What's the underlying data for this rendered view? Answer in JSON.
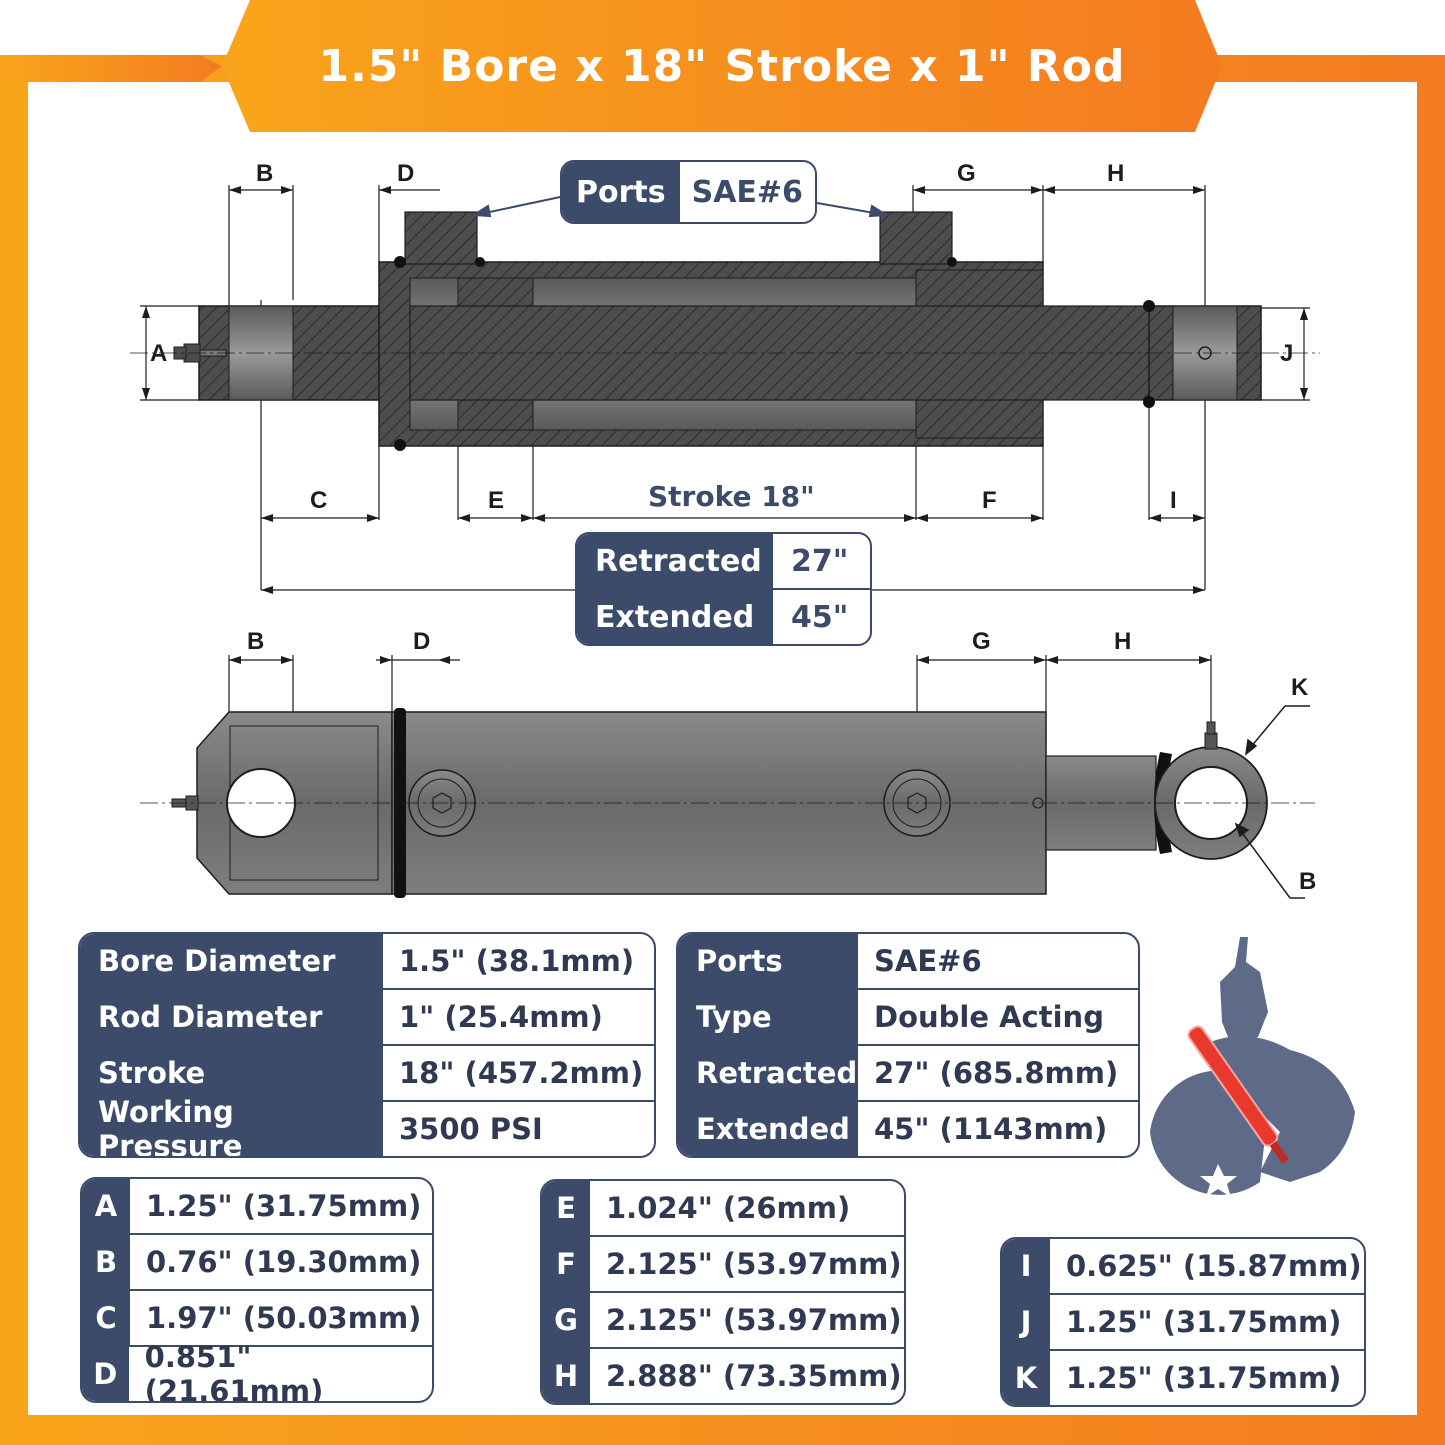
{
  "title": "1.5\" Bore x 18\" Stroke x 1\" Rod",
  "colors": {
    "orange": "#f47b20",
    "orange_light": "#f9a51b",
    "navy": "#3d4b6b",
    "steel": "#5c5c5c"
  },
  "top_view": {
    "labels": {
      "A": "A",
      "B": "B",
      "C": "C",
      "D": "D",
      "E": "E",
      "F": "F",
      "G": "G",
      "H": "H",
      "I": "I",
      "J": "J"
    },
    "ports": {
      "key": "Ports",
      "value": "SAE#6"
    },
    "stroke_label": "Stroke 18\"",
    "lengths": [
      {
        "key": "Retracted",
        "value": "27\""
      },
      {
        "key": "Extended",
        "value": "45\""
      }
    ]
  },
  "side_view": {
    "labels": {
      "B": "B",
      "D": "D",
      "G": "G",
      "H": "H",
      "K": "K",
      "B2": "B"
    }
  },
  "specs_left": [
    {
      "key": "Bore Diameter",
      "value": "1.5\" (38.1mm)"
    },
    {
      "key": "Rod Diameter",
      "value": "1\" (25.4mm)"
    },
    {
      "key": "Stroke",
      "value": "18\" (457.2mm)"
    },
    {
      "key": "Working Pressure",
      "value": "3500 PSI"
    }
  ],
  "specs_right": [
    {
      "key": "Ports",
      "value": "SAE#6"
    },
    {
      "key": "Type",
      "value": "Double Acting"
    },
    {
      "key": "Retracted",
      "value": "27\" (685.8mm)"
    },
    {
      "key": "Extended",
      "value": "45\" (1143mm)"
    }
  ],
  "dims_1": [
    {
      "key": "A",
      "value": "1.25\" (31.75mm)"
    },
    {
      "key": "B",
      "value": "0.76\" (19.30mm)"
    },
    {
      "key": "C",
      "value": "1.97\" (50.03mm)"
    },
    {
      "key": "D",
      "value": "0.851\" (21.61mm)"
    }
  ],
  "dims_2": [
    {
      "key": "E",
      "value": "1.024\" (26mm)"
    },
    {
      "key": "F",
      "value": "2.125\" (53.97mm)"
    },
    {
      "key": "G",
      "value": "2.125\" (53.97mm)"
    },
    {
      "key": "H",
      "value": "2.888\" (73.35mm)"
    }
  ],
  "dims_3": [
    {
      "key": "I",
      "value": "0.625\" (15.87mm)"
    },
    {
      "key": "J",
      "value": "1.25\" (31.75mm)"
    },
    {
      "key": "K",
      "value": "1.25\" (31.75mm)"
    }
  ],
  "logo_icon": "spartan-warrior-icon"
}
